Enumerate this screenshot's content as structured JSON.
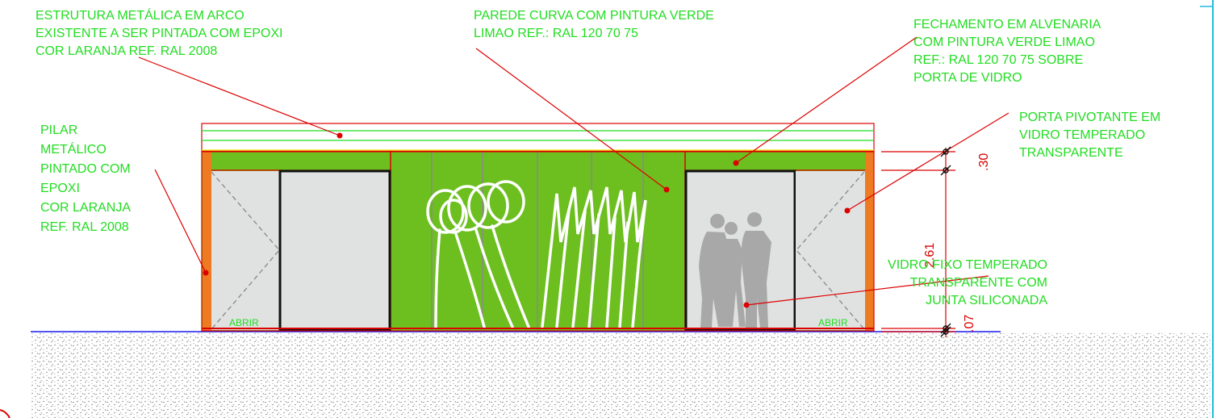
{
  "annotations": {
    "estrutura": "ESTRUTURA METÁLICA EM ARCO\nEXISTENTE A SER PINTADA COM EPOXI\nCOR LARANJA REF. RAL 2008",
    "parede": "PAREDE CURVA COM PINTURA VERDE\nLIMAO REF.: RAL 120 70 75",
    "fechamento": "FECHAMENTO EM ALVENARIA\nCOM PINTURA VERDE LIMAO\nREF.: RAL 120 70 75 SOBRE\nPORTA DE VIDRO",
    "pilar": "PILAR\nMETÁLICO\nPINTADO COM\nEPOXI\nCOR LARANJA\nREF. RAL 2008",
    "porta": "PORTA PIVOTANTE EM\nVIDRO TEMPERADO\nTRANSPARENTE",
    "vidro": "VIDRO FIXO TEMPERADO\nTRANSPARENTE COM\nJUNTA SILICONADA"
  },
  "door_tags": {
    "left": "ABRIR",
    "right": "ABRIR"
  },
  "dimensions": {
    "top": ".30",
    "middle": "2.61",
    "bottom": ".07"
  },
  "colors": {
    "annotation_text": "#22dd22",
    "leader_line": "#dd0000",
    "wall_green": "#6cbf1e",
    "pillar_orange": "#ee7a22",
    "glass": "#e0e2e2",
    "ground_line": "#1a1aee",
    "frame_cyan": "#22bbdd"
  }
}
